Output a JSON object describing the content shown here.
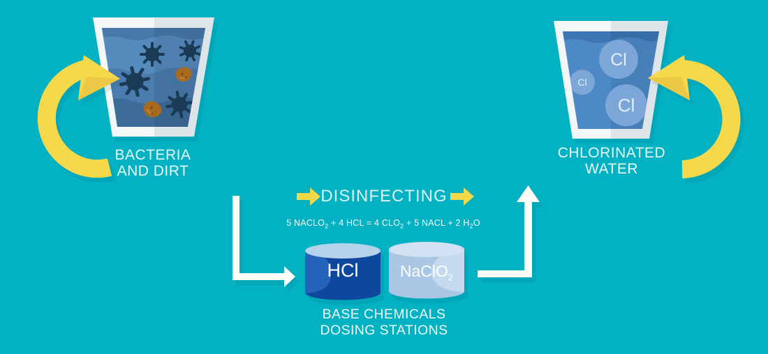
{
  "left_station": {
    "label_line1": "BACTERIA",
    "label_line2": "AND DIRT"
  },
  "right_station": {
    "label_line1": "CHLORINATED",
    "label_line2": "WATER",
    "bubbles": {
      "b1": "Cl",
      "b2": "Cl",
      "b3": "Cl"
    }
  },
  "process": {
    "title": "DISINFECTING",
    "equation": {
      "p1": "5 NACLO",
      "s1": "2",
      "p2": " + 4 HCL = 4 CLO",
      "s2": "2",
      "p3": " + 5 NACL + 2 H",
      "s3": "2",
      "p4": "O"
    }
  },
  "dosing": {
    "hcl_label": "HCl",
    "naclo2_main": "NaClO",
    "naclo2_sub": "2",
    "caption_line1": "BASE CHEMICALS",
    "caption_line2": "DOSING STATIONS"
  },
  "colors": {
    "background": "#02b2c3",
    "accent_yellow": "#f6d84b",
    "flow_white": "#fcfdf6",
    "glass_white": "#f3f7f8",
    "dirty_water": "#4a7cad",
    "clean_water": "#4e89c7",
    "hcl_tank": "#10479e",
    "naclo2_tank": "#a9c6e4",
    "bacteria": "#1b3a56",
    "dirt": "#a86a1e"
  }
}
